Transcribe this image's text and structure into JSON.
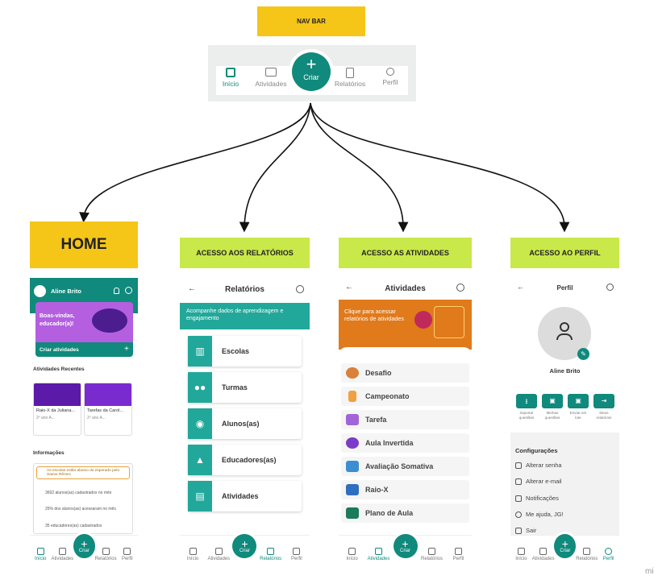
{
  "nav_bar_label": "NAV BAR",
  "top_nav": {
    "items": [
      {
        "label": "Início",
        "icon": "grid-plus-icon",
        "active": true
      },
      {
        "label": "Atividades",
        "icon": "book-icon"
      },
      {
        "label": "Criar",
        "icon": "plus-icon"
      },
      {
        "label": "Relatórios",
        "icon": "report-icon"
      },
      {
        "label": "Perfil",
        "icon": "person-icon"
      }
    ]
  },
  "sections": {
    "home": "HOME",
    "relatorios": "ACESSO AOS RELATÓRIOS",
    "atividades": "ACESSO AS ATIVIDADES",
    "perfil": "ACESSO AO PERFIL"
  },
  "home_screen": {
    "user_name": "Aline Brito",
    "welcome": "Boas-vindas, educador(a)!",
    "create_label": "Criar atividades",
    "create_plus": "+",
    "recent_title": "Atividades Recentes",
    "recent_cards": [
      {
        "title": "Raio-X da Juliana...",
        "sub": "2º ano A..."
      },
      {
        "title": "Tarefas da Carol...",
        "sub": "2º ano A..."
      }
    ],
    "info_title": "Informações",
    "info_notice": "As escolas estão abaixo do esperado pelo Saeve Rêmec",
    "info_items": [
      "3692 alunos(as) cadastrados no mês",
      "25% dos alunos(as) acessaram no mês",
      "35 educadores(as) cadastrados"
    ]
  },
  "relatorios_screen": {
    "title": "Relatórios",
    "banner": "Acompanhe dados de aprendizagem e engajamento",
    "items": [
      "Escolas",
      "Turmas",
      "Alunos(as)",
      "Educadores(as)",
      "Atividades"
    ]
  },
  "atividades_screen": {
    "title": "Atividades",
    "banner": "Clique para acessar relatórios de atividades",
    "items": [
      "Desafio",
      "Campeonato",
      "Tarefa",
      "Aula Invertida",
      "Avaliação Somativa",
      "Raio-X",
      "Plano de Aula"
    ]
  },
  "perfil_screen": {
    "title": "Perfil",
    "name": "Aline Brito",
    "actions": [
      "Importar questões",
      "Minhas questões",
      "Enviar em lote",
      "Meus relatórios"
    ],
    "config_title": "Configurações",
    "config_items": [
      "Alterar senha",
      "Alterar e-mail",
      "Notificações",
      "Me ajuda, JG!",
      "Sair"
    ]
  },
  "bottom_nav": [
    "Início",
    "Atividades",
    "Criar",
    "Relatórios",
    "Perfil"
  ],
  "watermark": "mi",
  "colors": {
    "teal": "#0f8a7c",
    "sticky_yellow": "#f5c518",
    "lime": "#c9e84a",
    "orange": "#e07a1b",
    "purple": "#6b2bbf"
  }
}
